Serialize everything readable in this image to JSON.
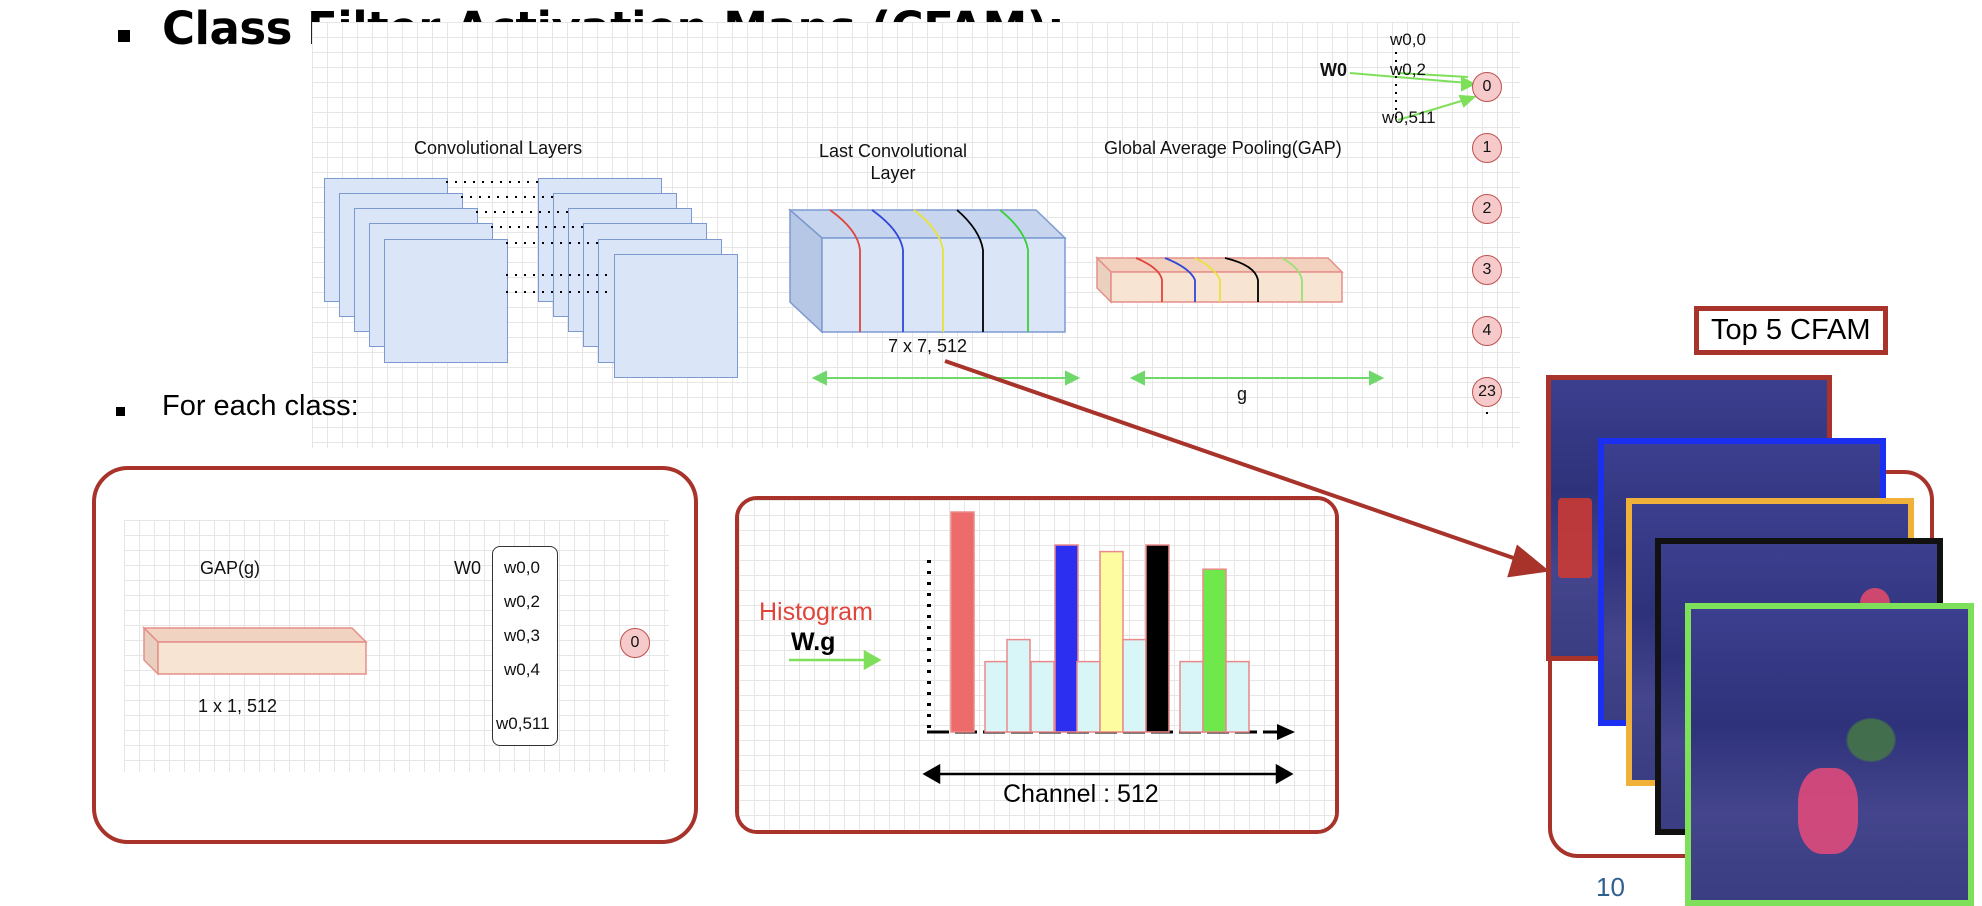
{
  "slide": {
    "title": "Class Filter Activation Maps (CFAM):",
    "subtitle": "For each class:",
    "page_number": "10"
  },
  "top_diagram": {
    "conv_layers_label": "Convolutional Layers",
    "last_conv_label": "Last Convolutional Layer",
    "last_conv_size": "7 x 7, 512",
    "gap_label": "Global Average Pooling(GAP)",
    "gap_var": "g",
    "w0_label": "W0",
    "weights": [
      "w0,0",
      "w0,2",
      "w0,511"
    ],
    "class_nodes": [
      "0",
      "1",
      "2",
      "3",
      "4",
      "23"
    ],
    "channel_colors": [
      "#e0443b",
      "#3147d8",
      "#e8e23a",
      "#000000",
      "#3ccf3c"
    ]
  },
  "panel_left": {
    "gap_label": "GAP(g)",
    "w0_label": "W0",
    "weights": [
      "w0,0",
      "w0,2",
      "w0,3",
      "w0,4",
      "w0,511"
    ],
    "bar_size": "1 x 1, 512",
    "class_node": "0"
  },
  "panel_mid": {
    "histogram_label": "Histogram",
    "wg_label": "W.g",
    "axis_label": "Channel : 512"
  },
  "chart_data": {
    "type": "bar",
    "title": "",
    "xlabel": "Channel : 512",
    "ylabel": "",
    "values": [
      1.0,
      0.32,
      0.42,
      0.32,
      0.85,
      0.32,
      0.82,
      0.42,
      0.85,
      0.32,
      0.74,
      0.32
    ],
    "colors": [
      "#ee6b6b",
      "#d8f6f8",
      "#d8f6f8",
      "#d8f6f8",
      "#2d2ff0",
      "#d8f6f8",
      "#fdfca0",
      "#d8f6f8",
      "#000000",
      "#d8f6f8",
      "#6ee84a",
      "#d8f6f8"
    ],
    "ylim": [
      0,
      1
    ]
  },
  "right_stack": {
    "label": "Top 5 CFAM",
    "frame_colors": [
      "#a8332b",
      "#1a2ff0",
      "#f0b13a",
      "#111111",
      "#7ee05a"
    ]
  }
}
